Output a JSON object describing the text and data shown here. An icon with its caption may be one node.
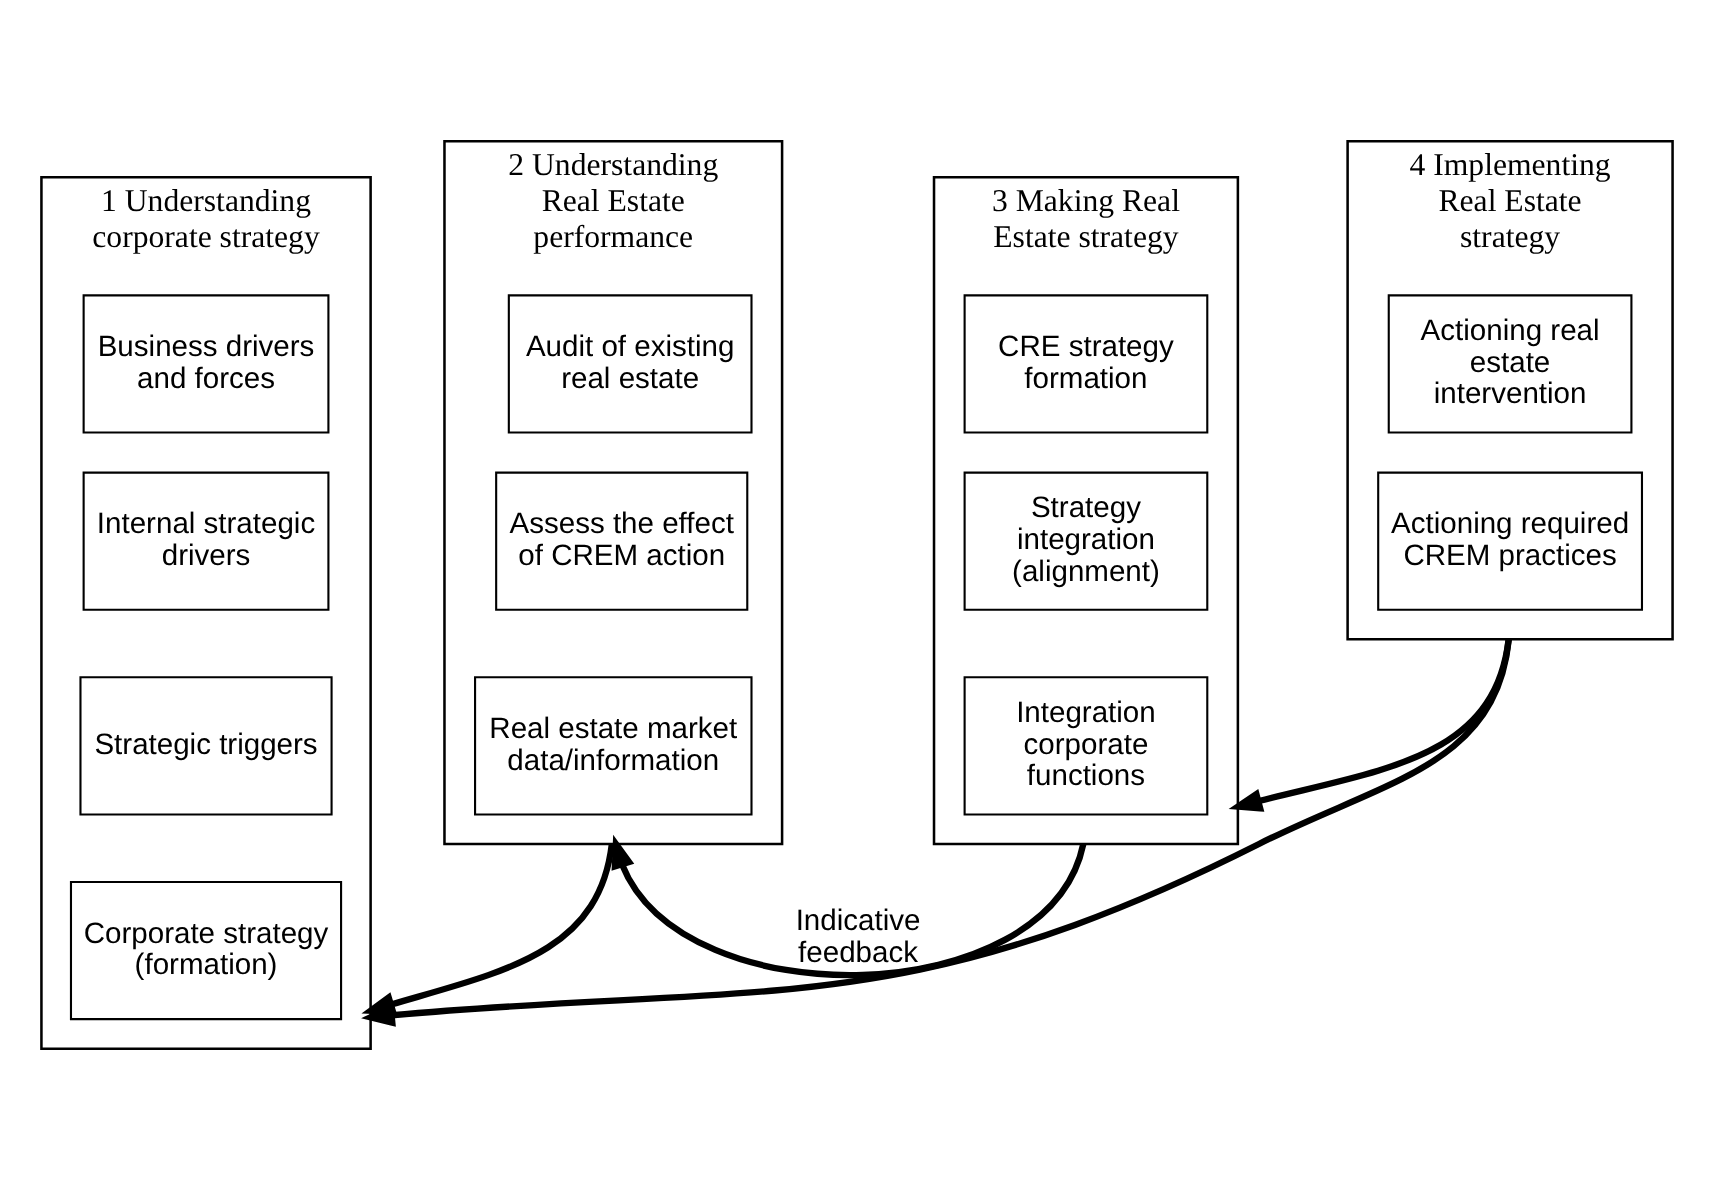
{
  "diagram": {
    "nodes": [
      {
        "text": [
          "1 Understanding corporate strategy"
        ]
      },
      {
        "text": [
          "Business drivers and forces"
        ],
        "in": 0
      },
      {
        "text": [
          "Internal strategic drivers"
        ],
        "in": 0
      },
      {
        "text": [
          "Strategic triggers"
        ],
        "in": 0
      },
      {
        "text": [
          "Corporate strategy (formation)"
        ],
        "in": 0
      },
      {
        "text": [
          "2 Understanding Real Estate performance"
        ]
      },
      {
        "text": [
          "Audit of existing real estate"
        ],
        "in": 5
      },
      {
        "text": [
          "Assess the effect of CREM action"
        ],
        "in": 5
      },
      {
        "text": [
          "Real estate market data/information"
        ],
        "in": 5
      },
      {
        "text": [
          "3 Making Real Estate strategy"
        ]
      },
      {
        "text": [
          "CRE strategy formation"
        ],
        "in": 9
      },
      {
        "text": [
          "Strategy integration (alignment)"
        ],
        "in": 9
      },
      {
        "text": [
          "Integration corporate functions"
        ],
        "in": 9
      },
      {
        "text": [
          "4 Implementing Real Estate strategy"
        ]
      },
      {
        "text": [
          "Actioning real estate intervention"
        ],
        "in": 13
      },
      {
        "text": [
          "Actioning required CREM practices"
        ],
        "in": 13
      }
    ],
    "edges": [
      {
        "from": 5,
        "to": 0,
        "arrow": "to"
      },
      {
        "from": 9,
        "to": 5,
        "arrow": "to",
        "label": "Indicative feedback"
      },
      {
        "from": 13,
        "to": 9,
        "arrow": "to"
      },
      {
        "from": 13,
        "to": 0,
        "arrow": "to"
      }
    ]
  }
}
